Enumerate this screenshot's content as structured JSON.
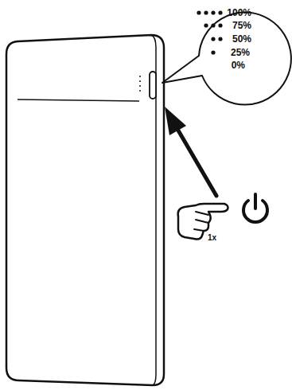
{
  "diagram": {
    "labels": [
      "100%",
      "75%",
      "50%",
      "25%",
      "0%",
      "1x"
    ]
  }
}
